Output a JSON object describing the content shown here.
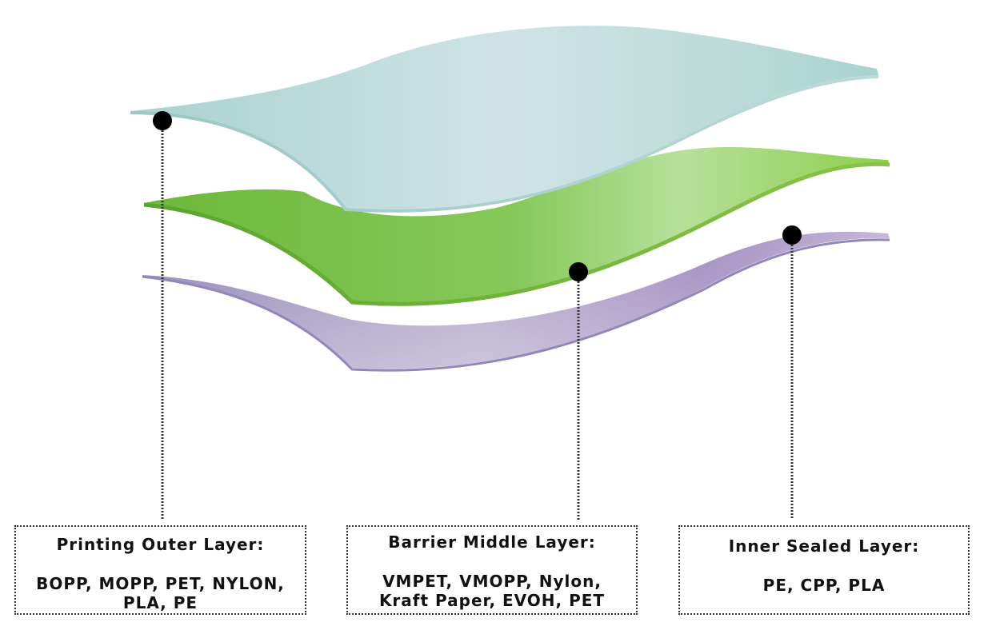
{
  "colors": {
    "outer_layer": "#bcdcd9",
    "middle_layer": "#7cc24a",
    "inner_layer": "#a696c0",
    "marker": "#000000",
    "leader_line": "#333333"
  },
  "layers": [
    {
      "id": "outer",
      "title": "Printing Outer Layer:",
      "materials": "BOPP, MOPP, PET, NYLON,\nPLA, PE"
    },
    {
      "id": "middle",
      "title": "Barrier Middle Layer:",
      "materials": "VMPET, VMOPP, Nylon,\nKraft Paper, EVOH, PET"
    },
    {
      "id": "inner",
      "title": "Inner Sealed Layer:",
      "materials": "PE, CPP, PLA"
    }
  ]
}
